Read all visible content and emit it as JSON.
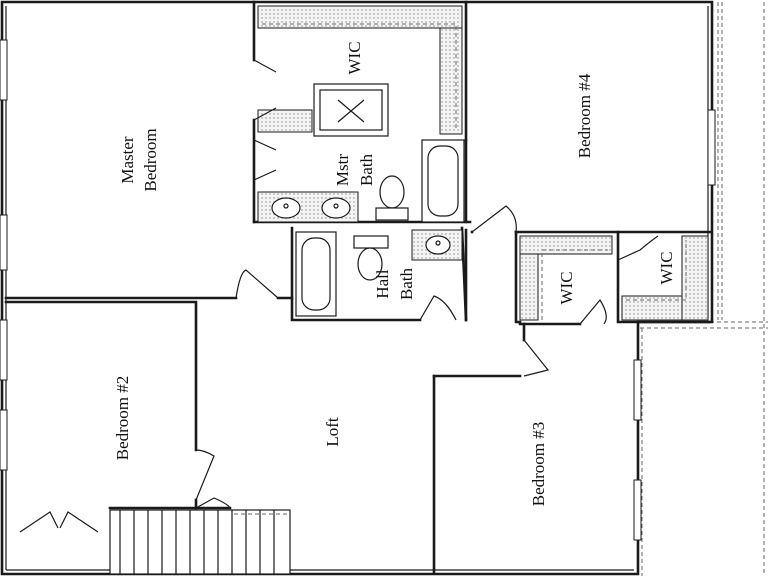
{
  "rooms": {
    "master_bedroom": [
      "Master",
      "Bedroom"
    ],
    "wic_master": "WIC",
    "mstr_bath": [
      "Mstr",
      "Bath"
    ],
    "bedroom4": "Bedroom #4",
    "hall_bath": [
      "Hall",
      "Bath"
    ],
    "wic_left": "WIC",
    "wic_right": "WIC",
    "bedroom2": "Bedroom #2",
    "loft": "Loft",
    "bedroom3": "Bedroom #3"
  }
}
